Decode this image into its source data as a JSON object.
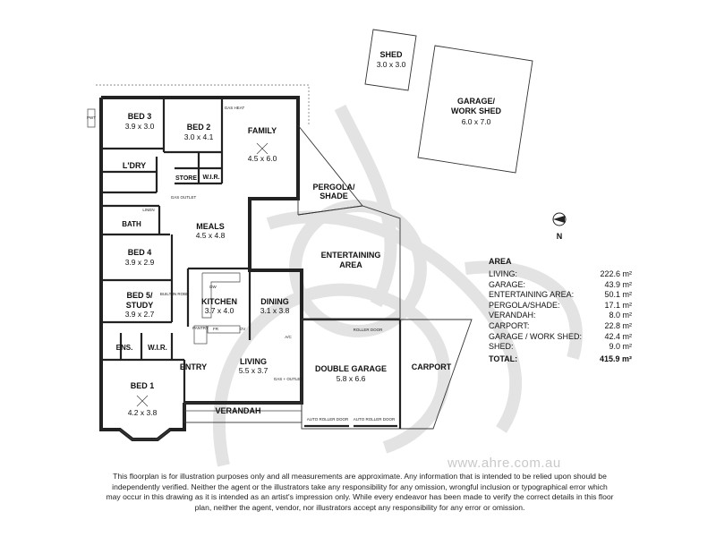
{
  "rooms": {
    "shed": {
      "name": "SHED",
      "dim": "3.0 x 3.0"
    },
    "garage_work_shed": {
      "name1": "GARAGE/",
      "name2": "WORK SHED",
      "dim": "6.0 x 7.0"
    },
    "bed3": {
      "name": "BED 3",
      "dim": "3.9 x 3.0"
    },
    "bed2": {
      "name": "BED 2",
      "dim": "3.0 x 4.1"
    },
    "family": {
      "name": "FAMILY",
      "dim": "4.5 x 6.0"
    },
    "ldry": {
      "name": "L'DRY"
    },
    "store": {
      "name": "STORE"
    },
    "wir_bed2": {
      "name": "W.I.R."
    },
    "pergola": {
      "name1": "PERGOLA/",
      "name2": "SHADE"
    },
    "bath": {
      "name": "BATH"
    },
    "meals": {
      "name": "MEALS",
      "dim": "4.5 x 4.8"
    },
    "bed4": {
      "name": "BED 4",
      "dim": "3.9 x 2.9"
    },
    "entertaining": {
      "name1": "ENTERTAINING",
      "name2": "AREA"
    },
    "bed5": {
      "name1": "BED 5/",
      "name2": "STUDY",
      "dim": "3.9 x 2.7"
    },
    "kitchen": {
      "name": "KITCHEN",
      "dim": "3.7 x 4.0"
    },
    "dining": {
      "name": "DINING",
      "dim": "3.1 x 3.8"
    },
    "ens": {
      "name": "ENS."
    },
    "wir_bed1": {
      "name": "W.I.R."
    },
    "entry": {
      "name": "ENTRY"
    },
    "living": {
      "name": "LIVING",
      "dim": "5.5 x 3.7"
    },
    "double_garage": {
      "name": "DOUBLE GARAGE",
      "dim": "5.8 x 6.6"
    },
    "carport": {
      "name": "CARPORT"
    },
    "bed1": {
      "name": "BED 1",
      "dim": "4.2 x 3.8"
    },
    "verandah": {
      "name": "VERANDAH"
    }
  },
  "fixtures": {
    "gas_heat": "GAS HEAT",
    "gas_outlet": "GAS OUTLET",
    "gas_outlet_living": "GAS + OUTLET",
    "linen": "LINEN",
    "built_in_robe": "BUILT-IN ROBE",
    "dw": "DW",
    "pantry": "PANTRY",
    "fr": "FR",
    "ov": "OV",
    "ac": "A/C",
    "roller_door": "ROLLER DOOR",
    "auto_roller_door_1": "AUTO ROLLER DOOR",
    "auto_roller_door_2": "AUTO ROLLER DOOR",
    "tap": "PWT"
  },
  "compass": {
    "label": "N"
  },
  "area_table": {
    "title": "AREA",
    "rows": [
      {
        "label": "LIVING:",
        "value": "222.6 m²"
      },
      {
        "label": "GARAGE:",
        "value": "43.9 m²"
      },
      {
        "label": "ENTERTAINING AREA:",
        "value": "50.1 m²"
      },
      {
        "label": "PERGOLA/SHADE:",
        "value": "17.1 m²"
      },
      {
        "label": "VERANDAH:",
        "value": "8.0 m²"
      },
      {
        "label": "CARPORT:",
        "value": "22.8 m²"
      },
      {
        "label": "GARAGE / WORK SHED:",
        "value": "42.4 m²"
      },
      {
        "label": "SHED:",
        "value": "9.0 m²"
      }
    ],
    "total": {
      "label": "TOTAL:",
      "value": "415.9 m²"
    }
  },
  "watermark": "www.ahre.com.au",
  "disclaimer": "This floorplan is for illustration purposes only and all measurements are approximate. Any information that is intended to be relied upon should be independently verified. Neither the agent or the illustrators take any responsibility for any omission, wrongful inclusion or typographical error which may occur in this drawing as it is intended as an artist's impression only. While every endeavor has been made to verify the correct details in this floor plan, neither the agent, vendor, nor illustrators accept any responsibility for any error or omission."
}
